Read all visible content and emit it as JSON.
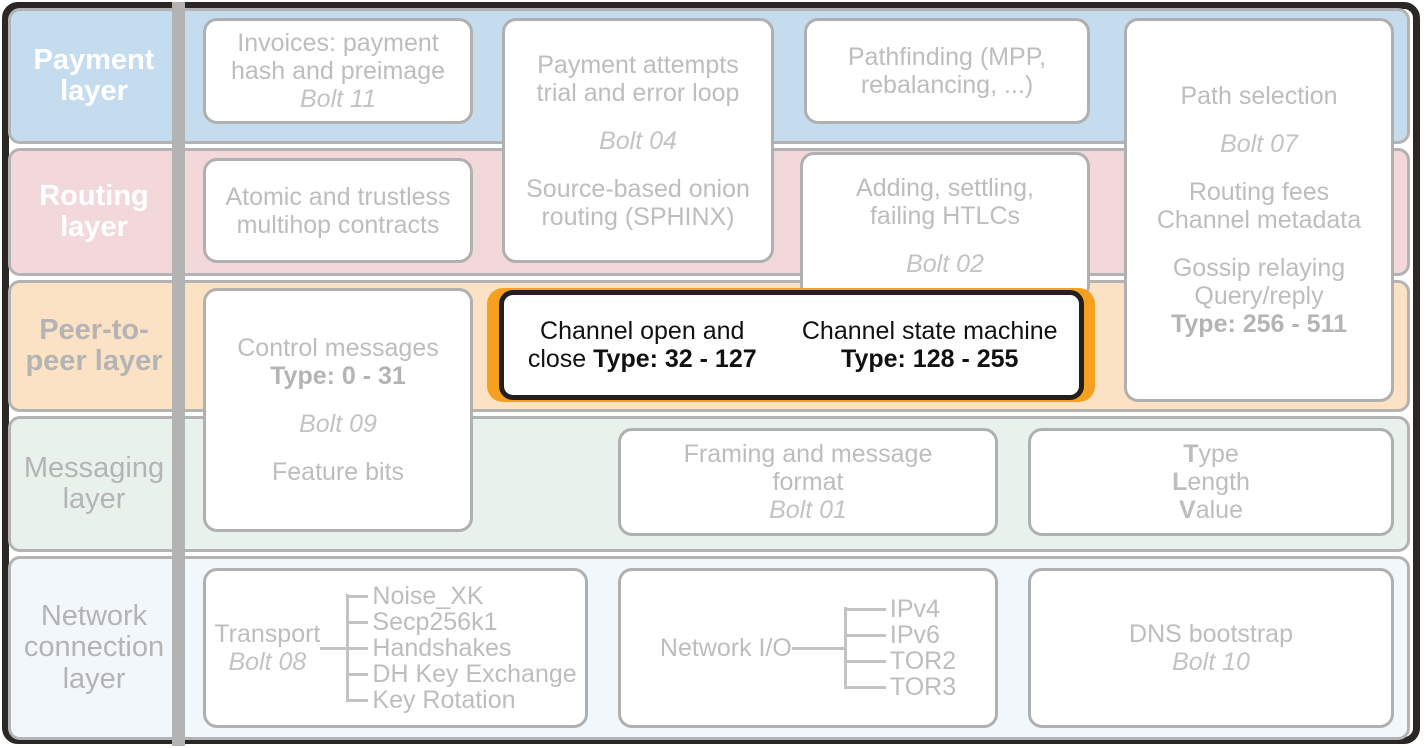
{
  "diagram": {
    "title": "Lightning Network protocol layers",
    "colors": {
      "payment_band": "#c5dcee",
      "routing_band": "#f2d8da",
      "p2p_band": "#fbe2c4",
      "messaging_band": "#e8f1ec",
      "network_band": "#f1f7fb",
      "highlight_accent": "#f5a01e",
      "highlight_border": "#231f1c",
      "card_border": "#b0b0b0",
      "muted_text": "#bdbdbd",
      "frame": "#2b2724"
    },
    "layers": [
      {
        "id": "payment",
        "label": "Payment\nlayer"
      },
      {
        "id": "routing",
        "label": "Routing\nlayer"
      },
      {
        "id": "p2p",
        "label": "Peer-to-\npeer layer"
      },
      {
        "id": "messaging",
        "label": "Messaging\nlayer"
      },
      {
        "id": "network",
        "label": "Network\nconnection\nlayer"
      }
    ],
    "layer_labels": {
      "payment_l1": "Payment",
      "payment_l2": "layer",
      "routing_l1": "Routing",
      "routing_l2": "layer",
      "p2p_l1": "Peer-to-",
      "p2p_l2": "peer layer",
      "messaging_l1": "Messaging",
      "messaging_l2": "layer",
      "network_l1": "Network",
      "network_l2": "connection",
      "network_l3": "layer"
    },
    "cards": {
      "invoices": {
        "line1": "Invoices: payment",
        "line2": "hash and preimage",
        "bolt": "Bolt 11"
      },
      "payment_attempts": {
        "line1": "Payment attempts",
        "line2": "trial and error loop",
        "bolt": "Bolt 04",
        "line3": "Source-based onion",
        "line4": "routing (SPHINX)"
      },
      "pathfinding": {
        "line1": "Pathfinding (MPP,",
        "line2": "rebalancing, ...)"
      },
      "path_selection": {
        "line1": "Path selection",
        "bolt": "Bolt 07",
        "line2": "Routing fees",
        "line3": "Channel metadata",
        "line4": "Gossip relaying",
        "line5": "Query/reply",
        "type": "Type: 256 - 511"
      },
      "htlcs": {
        "line1": "Adding, settling,",
        "line2": "failing HTLCs",
        "bolt": "Bolt 02"
      },
      "control_messages": {
        "line1": "Control messages",
        "type": "Type: 0 - 31",
        "bolt": "Bolt 09",
        "line2": "Feature bits"
      },
      "highlight": {
        "left_line1": "Channel open",
        "left_line2": "and close",
        "left_type": "Type: 32 - 127",
        "right_line1": "Channel state machine",
        "right_type": "Type: 128 - 255"
      },
      "framing": {
        "line1": "Framing and message",
        "line2": "format",
        "bolt": "Bolt 01"
      },
      "tlv": {
        "t_bold": "T",
        "t_rest": "ype",
        "l_bold": "L",
        "l_rest": "ength",
        "v_bold": "V",
        "v_rest": "alue"
      },
      "transport": {
        "label": "Transport",
        "bolt": "Bolt 08",
        "items": [
          "Noise_XK",
          "Secp256k1",
          "Handshakes",
          "DH Key Exchange",
          "Key Rotation"
        ]
      },
      "network_io": {
        "label": "Network I/O",
        "items": [
          "IPv4",
          "IPv6",
          "TOR2",
          "TOR3"
        ]
      },
      "dns": {
        "line1": "DNS bootstrap",
        "bolt": "Bolt 10"
      }
    }
  }
}
